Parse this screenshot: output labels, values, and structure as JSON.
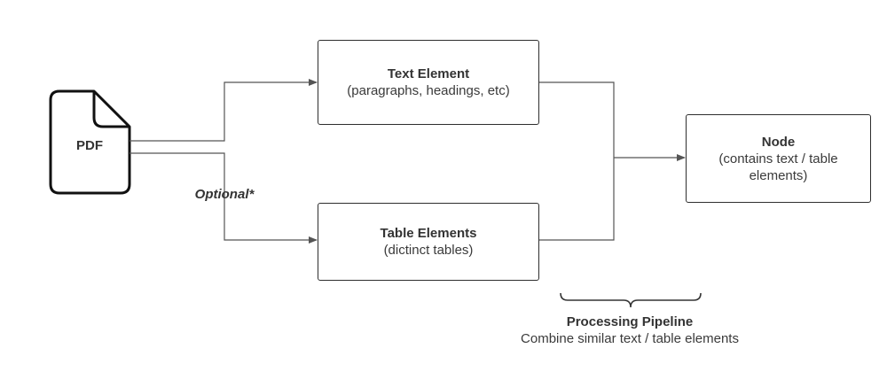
{
  "pdf": {
    "label": "PDF"
  },
  "text_element": {
    "title": "Text Element",
    "subtitle": "(paragraphs, headings, etc)"
  },
  "table_elements": {
    "title": "Table Elements",
    "subtitle": "(dictinct tables)"
  },
  "node": {
    "title": "Node",
    "line1": "(contains text / table",
    "line2": "elements)"
  },
  "optional_label": "Optional*",
  "pipeline": {
    "title": "Processing Pipeline",
    "subtitle": "Combine similar text / table elements"
  },
  "colors": {
    "line": "#555555",
    "border": "#2e2e2e",
    "text": "#3a3a3a"
  }
}
